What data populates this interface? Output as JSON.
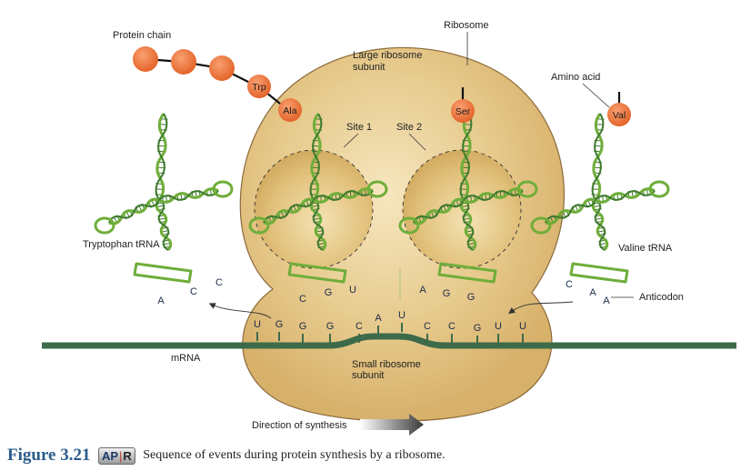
{
  "figure": {
    "number": "Figure 3.21",
    "badge_left": "AP",
    "badge_right": "R",
    "caption": "Sequence of events during protein synthesis by a ribosome."
  },
  "labels": {
    "protein_chain": "Protein chain",
    "ribosome": "Ribosome",
    "large_subunit_line1": "Large ribosome",
    "large_subunit_line2": "subunit",
    "amino_acid": "Amino acid",
    "site1": "Site 1",
    "site2": "Site 2",
    "tryptophan_trna": "Tryptophan tRNA",
    "valine_trna": "Valine tRNA",
    "anticodon": "Anticodon",
    "mrna": "mRNA",
    "small_subunit_line1": "Small ribosome",
    "small_subunit_line2": "subunit",
    "direction": "Direction of synthesis"
  },
  "protein_chain": {
    "amino_acids": [
      "",
      "",
      "",
      "Trp",
      "Ala"
    ]
  },
  "amino_acids_on_trna": {
    "site2": "Ser",
    "incoming": "Val"
  },
  "mrna_bases": [
    "U",
    "G",
    "G",
    "G",
    "C",
    "A",
    "U",
    "C",
    "C",
    "G",
    "U",
    "U"
  ],
  "anticodons": {
    "tryptophan_leaving": [
      "A",
      "C",
      "C"
    ],
    "site1": [
      "C",
      "G",
      "U"
    ],
    "site2": [
      "A",
      "G",
      "G"
    ],
    "valine_incoming": [
      "C",
      "A",
      "A"
    ]
  },
  "colors": {
    "ribosome": "#e3c585",
    "ribosome_edge": "#8a6a3a",
    "trna_green": "#6fae3a",
    "trna_dark": "#3f7a2e",
    "mrna": "#3d6b4a",
    "amino_acid": "#ee7a3c",
    "caption_blue": "#2a5b8a"
  }
}
